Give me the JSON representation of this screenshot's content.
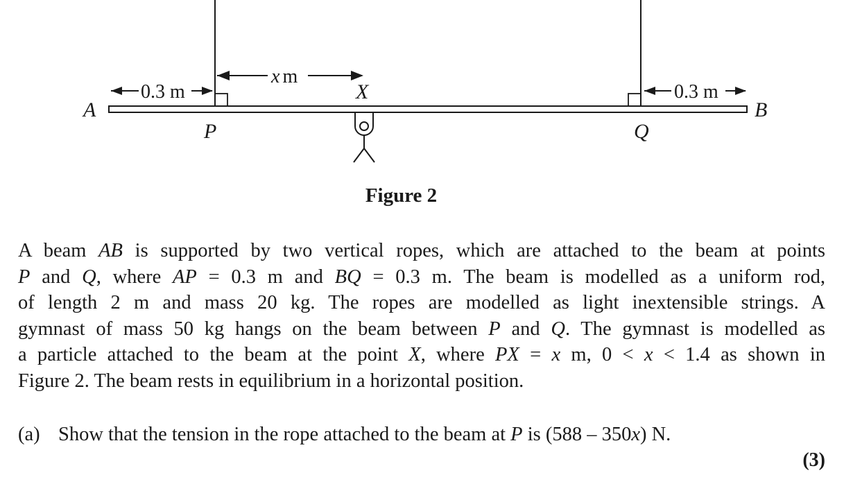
{
  "figure": {
    "labels": {
      "A": "A",
      "B": "B",
      "P": "P",
      "Q": "Q",
      "X": "X"
    },
    "dims": {
      "ap": "0.3 m",
      "bq": "0.3 m",
      "px_var": "x",
      "px_unit": "m"
    },
    "caption": "Figure 2"
  },
  "question": {
    "lines": [
      [
        "A beam ",
        {
          "i": "AB"
        },
        " is supported by two vertical ropes, which are attached to the beam at points"
      ],
      [
        {
          "i": "P"
        },
        " and ",
        {
          "i": "Q"
        },
        ", where ",
        {
          "i": "AP"
        },
        " = 0.3 m and ",
        {
          "i": "BQ"
        },
        " = 0.3 m. The beam is modelled as a uniform rod,"
      ],
      [
        "of length 2 m and mass 20 kg. The ropes are modelled as light inextensible strings. A"
      ],
      [
        "gymnast of mass 50 kg hangs on the beam between ",
        {
          "i": "P"
        },
        " and ",
        {
          "i": "Q"
        },
        ". The gymnast is modelled as"
      ],
      [
        "a particle attached to the beam at the point ",
        {
          "i": "X"
        },
        ", where ",
        {
          "i": "PX"
        },
        " = ",
        {
          "i": "x"
        },
        " m, 0 < ",
        {
          "i": "x"
        },
        " < 1.4 as shown in"
      ],
      [
        "Figure 2. The beam rests in equilibrium in a horizontal position."
      ]
    ],
    "part_a": {
      "label": "(a)",
      "text": [
        "Show that the tension in the rope attached to the beam at ",
        {
          "i": "P"
        },
        " is (588 – 350",
        {
          "i": "x"
        },
        ") N."
      ]
    },
    "marks": "(3)"
  }
}
